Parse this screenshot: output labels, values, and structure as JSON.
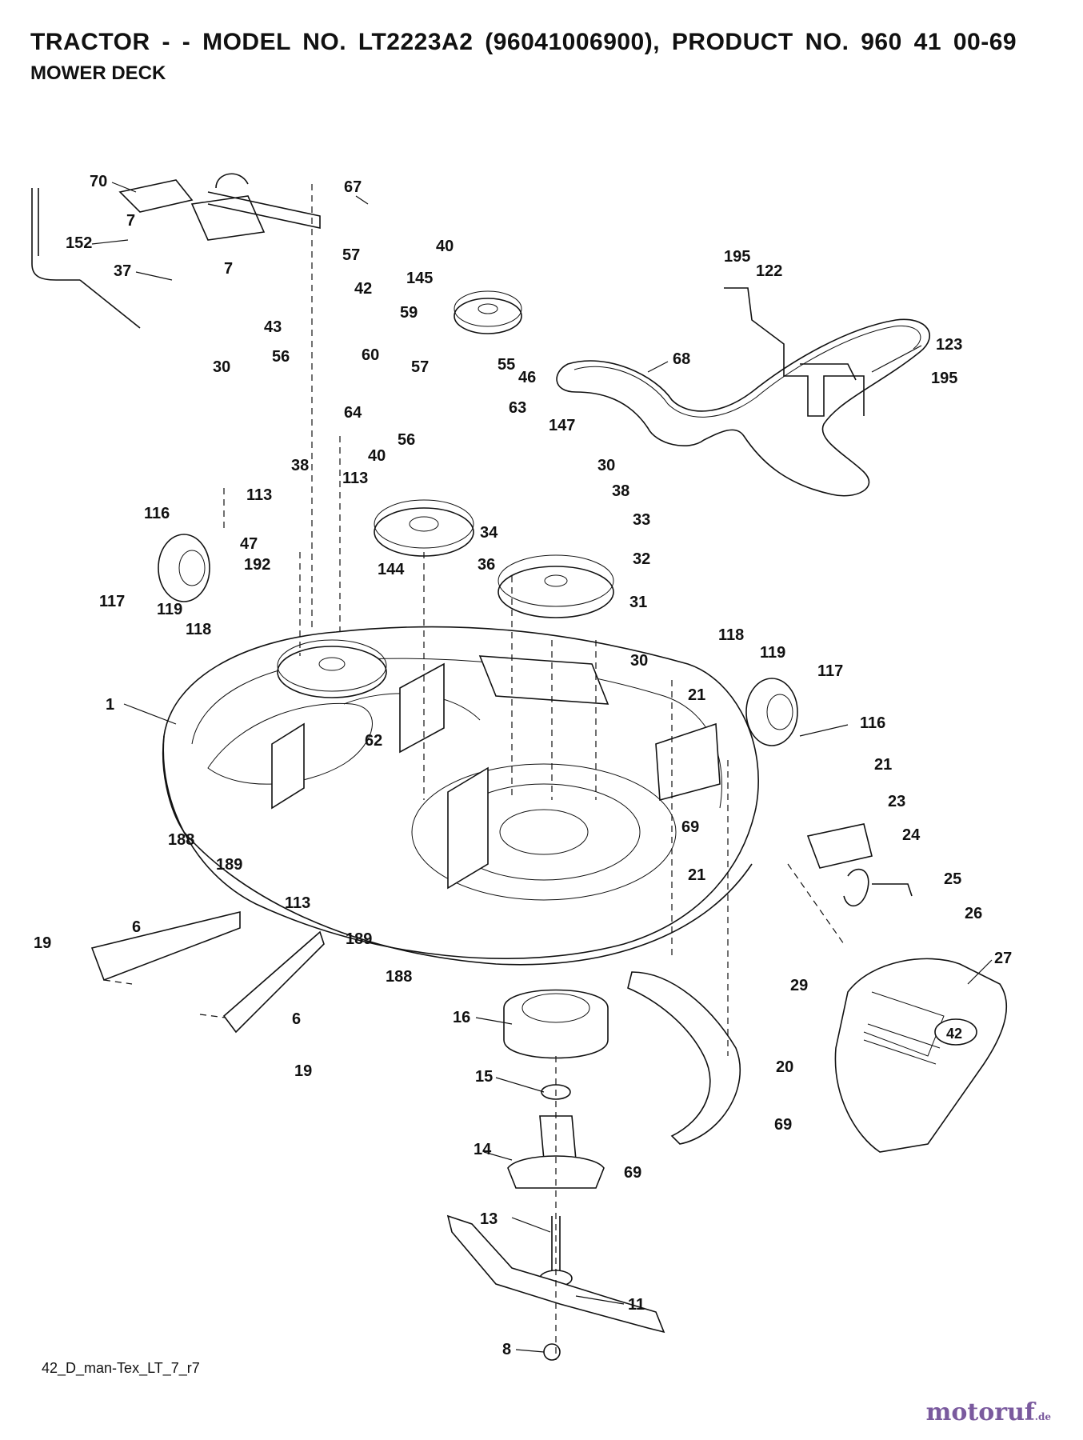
{
  "header": {
    "title": "TRACTOR - - MODEL NO. LT2223A2 (96041006900), PRODUCT NO. 960 41 00-69",
    "subtitle": "MOWER DECK"
  },
  "footer": {
    "figure_code": "42_D_man-Tex_LT_7_r7",
    "watermark": "motoruf",
    "watermark_suffix": ".de"
  },
  "deck_badge": "42",
  "callouts": [
    "70",
    "67",
    "7",
    "7",
    "152",
    "37",
    "57",
    "40",
    "42",
    "145",
    "59",
    "43",
    "56",
    "60",
    "30",
    "57",
    "55",
    "46",
    "64",
    "63",
    "147",
    "40",
    "56",
    "30",
    "38",
    "113",
    "113",
    "38",
    "116",
    "34",
    "33",
    "47",
    "192",
    "144",
    "36",
    "32",
    "117",
    "119",
    "118",
    "31",
    "118",
    "30",
    "119",
    "117",
    "21",
    "1",
    "116",
    "62",
    "21",
    "188",
    "189",
    "113",
    "69",
    "23",
    "24",
    "21",
    "25",
    "26",
    "27",
    "19",
    "6",
    "189",
    "188",
    "29",
    "6",
    "16",
    "19",
    "20",
    "15",
    "69",
    "14",
    "69",
    "13",
    "11",
    "8",
    "195",
    "122",
    "123",
    "195",
    "68"
  ]
}
